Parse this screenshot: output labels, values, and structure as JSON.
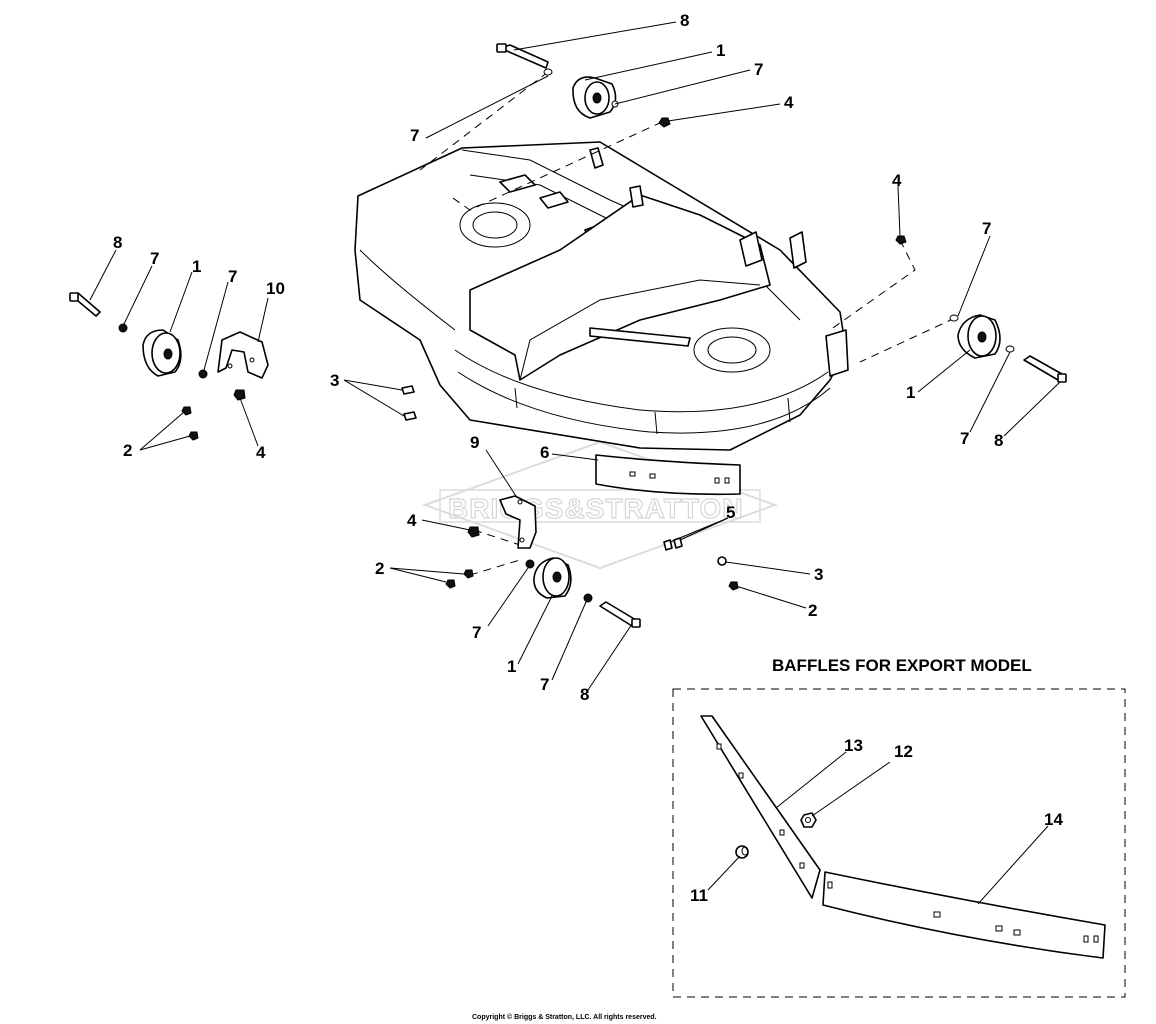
{
  "diagram": {
    "callouts": {
      "c1": "1",
      "c2": "2",
      "c3": "3",
      "c4": "4",
      "c5": "5",
      "c6": "6",
      "c7": "7",
      "c8": "8",
      "c9": "9",
      "c10": "10",
      "c11": "11",
      "c12": "12",
      "c13": "13",
      "c14": "14"
    },
    "export_section_title": "BAFFLES FOR EXPORT MODEL",
    "copyright": "Copyright © Briggs & Stratton, LLC. All rights reserved.",
    "watermark": "BRIGGS&STRATTON"
  }
}
